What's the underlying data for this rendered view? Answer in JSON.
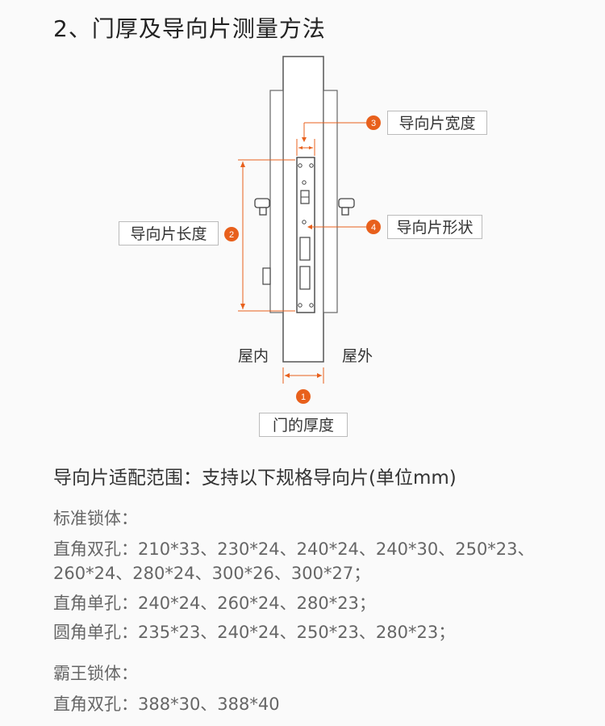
{
  "title": "2、门厚及导向片测量方法",
  "diagram": {
    "labels": {
      "door_thickness": "门的厚度",
      "plate_length": "导向片长度",
      "plate_width": "导向片宽度",
      "plate_shape": "导向片形状"
    },
    "badges": [
      "1",
      "2",
      "3",
      "4"
    ],
    "sides": {
      "inside": "屋内",
      "outside": "屋外"
    },
    "accent_color": "#e8601c"
  },
  "specs": {
    "title": "导向片适配范围：支持以下规格导向片(单位mm)",
    "standard_heading": "标准锁体：",
    "standard_lines": [
      "直角双孔：210*33、230*24、240*24、240*30、250*23、",
      "260*24、280*24、300*26、300*27；",
      "直角单孔：240*24、260*24、280*23；",
      "圆角单孔：235*23、240*24、250*23、280*23；"
    ],
    "bawang_heading": "霸王锁体：",
    "bawang_lines": [
      "直角双孔：388*30、388*40"
    ]
  }
}
